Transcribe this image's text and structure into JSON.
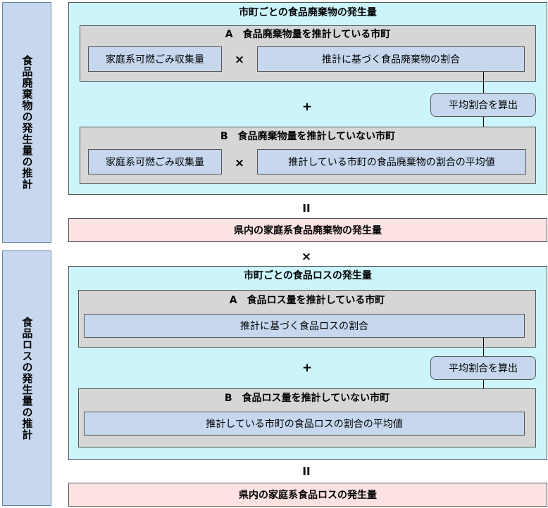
{
  "waste": {
    "side_label": "食品廃棄物の発生量の推計",
    "outer_title": "市町ごとの食品廃棄物の発生量",
    "group_a": {
      "title": "A　食品廃棄物量を推計している市町",
      "left_box": "家庭系可燃ごみ収集量",
      "operator": "×",
      "right_box": "推計に基づく食品廃棄物の割合"
    },
    "plus": "+",
    "avg_label": "平均割合を算出",
    "group_b": {
      "title": "B　食品廃棄物量を推計していない市町",
      "left_box": "家庭系可燃ごみ収集量",
      "operator": "×",
      "right_box": "推計している市町の食品廃棄物の割合の平均値"
    },
    "equals": "II",
    "result": "県内の家庭系食品廃棄物の発生量"
  },
  "between_operator": "×",
  "loss": {
    "side_label": "食品ロスの発生量の推計",
    "outer_title": "市町ごとの食品ロスの発生量",
    "group_a": {
      "title": "A　食品ロス量を推計している市町",
      "box": "推計に基づく食品ロスの割合"
    },
    "plus": "+",
    "avg_label": "平均割合を算出",
    "group_b": {
      "title": "B　食品ロス量を推計していない市町",
      "box": "推計している市町の食品ロスの割合の平均値"
    },
    "equals": "II",
    "result": "県内の家庭系食品ロスの発生量"
  }
}
